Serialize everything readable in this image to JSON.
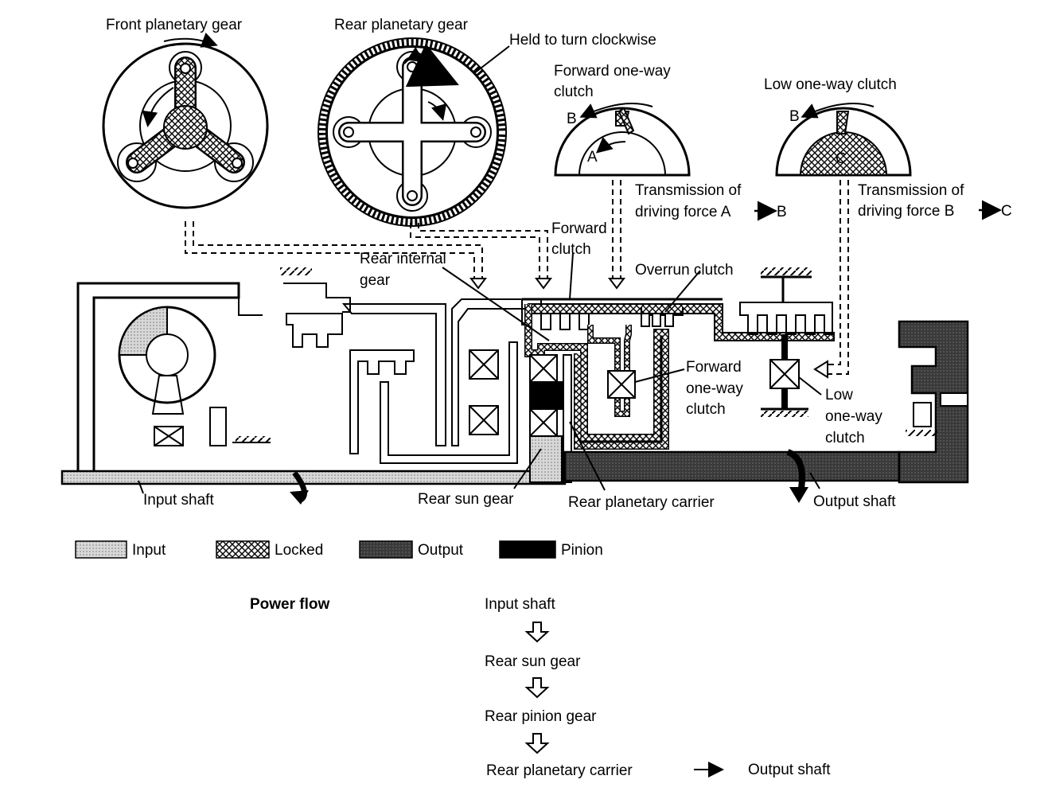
{
  "labels": {
    "front_planetary": "Front planetary gear",
    "rear_planetary": "Rear planetary gear",
    "held_clockwise": "Held to turn clockwise",
    "fwd_owc_1": "Forward one-way",
    "fwd_owc_2": "clutch",
    "low_owc": "Low one-way clutch",
    "letter_a": "A",
    "letter_b": "B",
    "letter_b2": "B",
    "letter_c": "C",
    "trans1_1": "Transmission of",
    "trans1_2": "driving force A",
    "trans1_3": "B",
    "trans2_1": "Transmission of",
    "trans2_2": "driving force B",
    "trans2_3": "C",
    "fwd_clutch_1": "Forward",
    "fwd_clutch_2": "clutch",
    "rear_internal_1": "Rear internal",
    "rear_internal_2": "gear",
    "overrun_clutch": "Overrun clutch",
    "fwd_owc_b1": "Forward",
    "fwd_owc_b2": "one-way",
    "fwd_owc_b3": "clutch",
    "low_b1": "Low",
    "low_b2": "one-way",
    "low_b3": "clutch",
    "input_shaft": "Input shaft",
    "rear_sun_gear": "Rear sun gear",
    "rear_planet_carrier": "Rear planetary carrier",
    "output_shaft": "Output shaft"
  },
  "legend": [
    {
      "label": "Input",
      "pattern": "dots"
    },
    {
      "label": "Locked",
      "pattern": "hatch"
    },
    {
      "label": "Output",
      "pattern": "dense"
    },
    {
      "label": "Pinion",
      "pattern": "solid"
    }
  ],
  "power_flow": {
    "title": "Power flow",
    "steps": [
      "Input shaft",
      "Rear sun gear",
      "Rear pinion gear",
      "Rear planetary carrier"
    ],
    "final": "Output shaft"
  },
  "colors": {
    "ink": "#000000",
    "paper": "#ffffff",
    "input_fill": "#c8c8c8",
    "output_fill": "#3a3a3a"
  }
}
